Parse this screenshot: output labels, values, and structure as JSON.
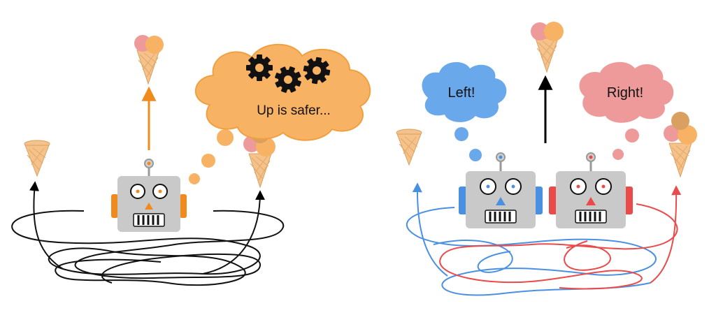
{
  "left_panel": {
    "thought_text": "Up is safer...",
    "colors": {
      "thought": "#f8b264",
      "arrow_up": "#f08a1c",
      "robot_accent": "#f08a1c",
      "scribble": "#111111"
    }
  },
  "right_panel": {
    "left_robot_thought": "Left!",
    "right_robot_thought": "Right!",
    "colors": {
      "left_robot": "#4a90e2",
      "right_robot": "#ea4a4a",
      "left_thought": "#6aa8ec",
      "right_thought": "#ee9a9a",
      "arrow_up": "#000000"
    }
  },
  "icons": [
    "ice-cream-cone-icon",
    "gear-icon",
    "robot-icon",
    "thought-bubble-icon",
    "arrow-icon"
  ]
}
